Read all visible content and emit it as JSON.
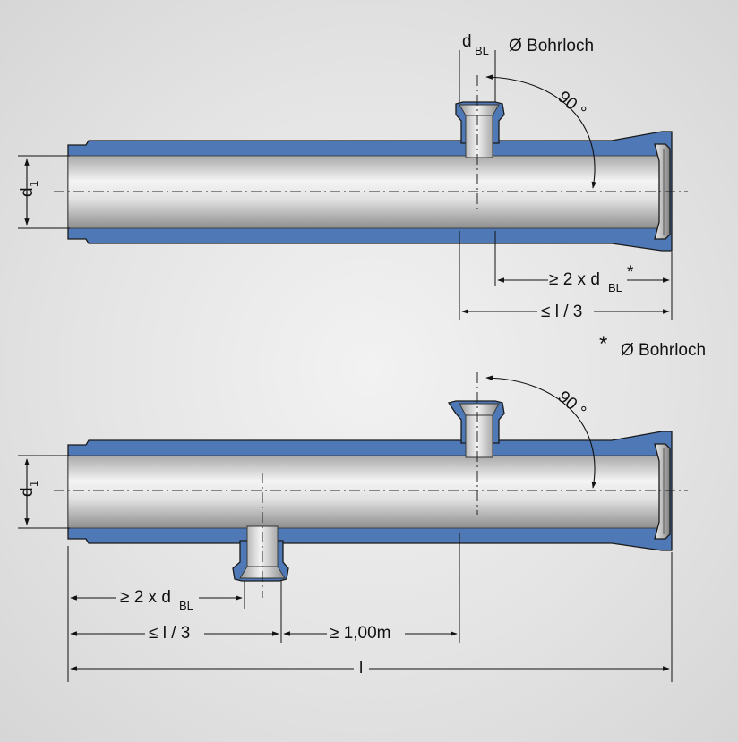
{
  "labels": {
    "d_prefix": "d",
    "d_sub": "BL",
    "bohrloch": "Ø Bohrloch",
    "angle": "90 °",
    "two_x_prefix": "≥ 2 x d",
    "star": "*",
    "l_third": "≤ l / 3",
    "d1_prefix": "d",
    "d1_sub": "1",
    "footnote_star": "*",
    "footnote_text": "Ø Bohrloch",
    "min_distance": "≥ 1,00m",
    "length": "l"
  },
  "colors": {
    "pipe_wall": "#4e79b6",
    "bore_light": "#f5f5f5",
    "bore_dark": "#9a9a9a",
    "background": "#e6e6e6",
    "line": "#111111"
  }
}
